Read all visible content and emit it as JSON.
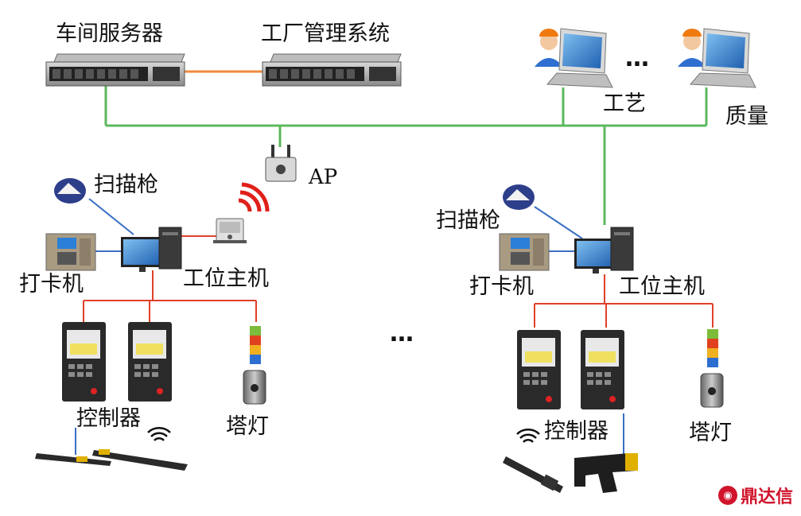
{
  "labels": {
    "workshop_server": "车间服务器",
    "factory_system": "工厂管理系统",
    "process": "工艺",
    "quality": "质量",
    "ap": "AP",
    "scanner_left": "扫描枪",
    "scanner_right": "扫描枪",
    "timeclock_left": "打卡机",
    "timeclock_right": "打卡机",
    "station_left": "工位主机",
    "station_right": "工位主机",
    "controller_left": "控制器",
    "controller_right": "控制器",
    "tower_left": "塔灯",
    "tower_right": "塔灯",
    "ellipsis_top": "…",
    "ellipsis_mid": "…"
  },
  "watermark": "鼎达信",
  "colors": {
    "network_line": "#5cb85c",
    "serial_line": "#e0402a",
    "usb_line": "#3a6fc4",
    "server_link": "#f08a3c",
    "wireless": "#e0201a"
  },
  "icons": [
    "server-icon",
    "laptop-user-icon",
    "ap-icon",
    "scanner-icon",
    "pc-icon",
    "timeclock-icon",
    "controller-icon",
    "tower-light-icon",
    "wrench-icon",
    "nutrunner-icon",
    "wifi-icon"
  ]
}
